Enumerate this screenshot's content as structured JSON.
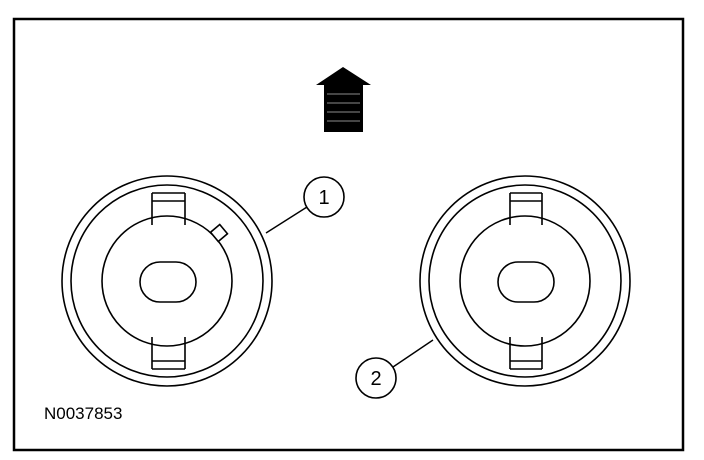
{
  "figure": {
    "id_label": "N0037853",
    "direction_arrow_icon": "up-arrow-icon"
  },
  "callouts": [
    {
      "number": "1"
    },
    {
      "number": "2"
    }
  ],
  "colors": {
    "line": "#000000",
    "background": "#ffffff"
  }
}
